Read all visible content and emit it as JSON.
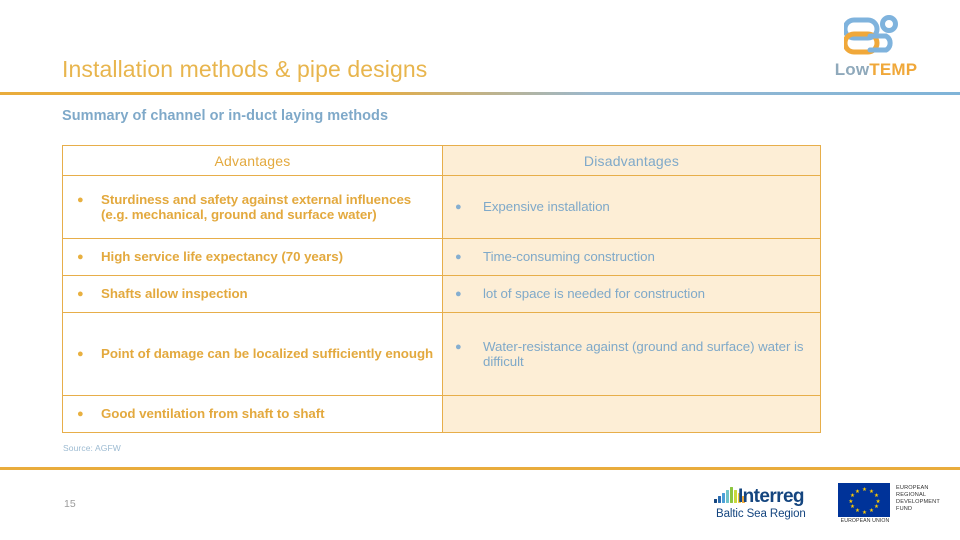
{
  "header": {
    "title": "Installation methods & pipe designs",
    "brand": {
      "word_low": "Low",
      "word_temp": "TEMP"
    }
  },
  "subtitle": "Summary of channel or in-duct laying methods",
  "table": {
    "headers": {
      "advantages": "Advantages",
      "disadvantages": "Disadvantages"
    },
    "rows": [
      {
        "advantage": "Sturdiness and safety against external influences (e.g. mechanical, ground and surface water)",
        "disadvantage": "Expensive installation"
      },
      {
        "advantage": "High service life expectancy (70 years)",
        "disadvantage": "Time-consuming construction"
      },
      {
        "advantage": "Shafts allow inspection",
        "disadvantage": "lot of space is needed for construction"
      },
      {
        "advantage": "Point of damage can be localized sufficiently enough",
        "disadvantage": "Water-resistance against (ground and surface) water is difficult"
      },
      {
        "advantage": "Good ventilation from shaft to shaft",
        "disadvantage": ""
      }
    ],
    "bullet_glyph": "●"
  },
  "source_note": "Source: AGFW",
  "footer": {
    "page_number": "15",
    "interreg": {
      "name": "Interreg",
      "region": "Baltic Sea Region"
    },
    "eu": {
      "union_label": "EUROPEAN UNION",
      "fund_line_1": "EUROPEAN",
      "fund_line_2": "REGIONAL",
      "fund_line_3": "DEVELOPMENT",
      "fund_line_4": "FUND"
    }
  },
  "colors": {
    "accent_orange": "#e9ac3c",
    "accent_blue": "#7fa9c9",
    "cell_peach": "#fdeed6",
    "eu_blue": "#003399",
    "interreg_navy": "#14457f"
  }
}
